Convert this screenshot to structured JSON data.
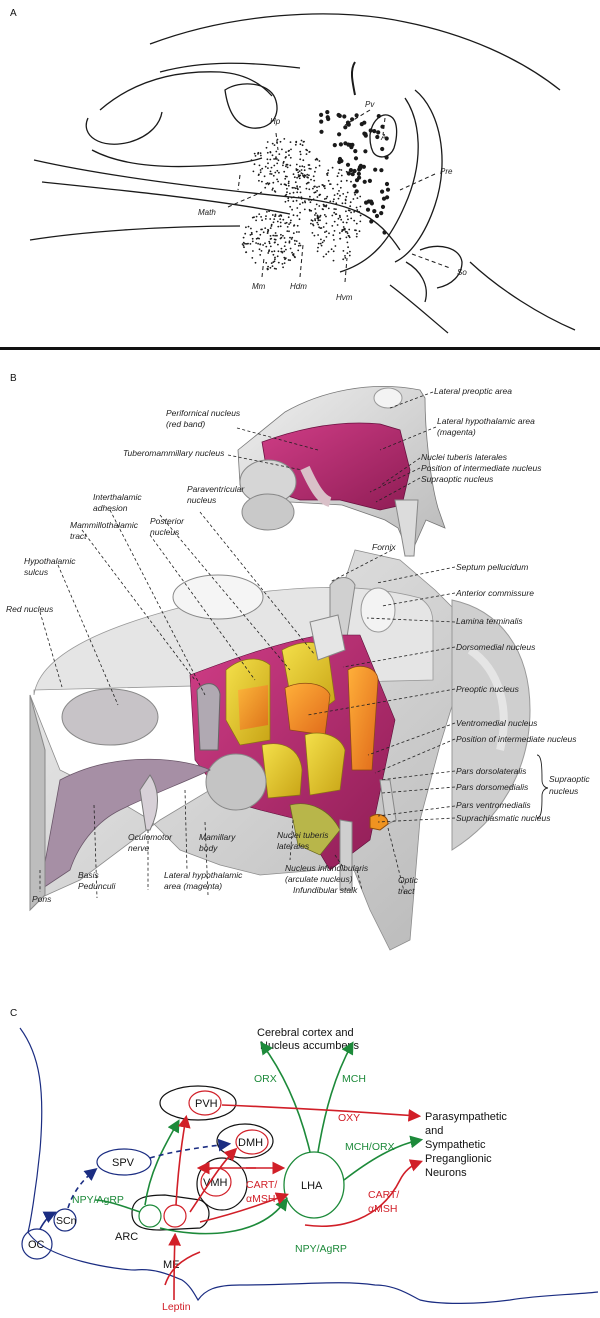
{
  "panelA": {
    "letter": "A",
    "labels": {
      "hp": "Hp",
      "pv": "Pv",
      "a": "A",
      "pre": "Pre",
      "math": "Math",
      "so": "So",
      "mm": "Mm",
      "hdm": "Hdm",
      "hvm": "Hvm"
    }
  },
  "panelB": {
    "letter": "B",
    "labels": {
      "lateral_preoptic": "Lateral preoptic area",
      "perifornical_1": "Perifornical nucleus",
      "perifornical_2": "(red band)",
      "lha_1": "Lateral hypothalamic area",
      "lha_2": "(magenta)",
      "tuberomammillary": "Tuberomammillary nucleus",
      "nuclei_tuberis_top": "Nuclei tuberis laterales",
      "pos_intermediate_top": "Position of intermediate nucleus",
      "supraoptic_top": "Supraoptic nucleus",
      "interthalamic_1": "Interthalamic",
      "interthalamic_2": "adhesion",
      "paraventricular_1": "Paraventricular",
      "paraventricular_2": "nucleus",
      "mammillothalamic_1": "Mammillothalamic",
      "mammillothalamic_2": "tract",
      "posterior_1": "Posterior",
      "posterior_2": "nucleus",
      "fornix": "Fornix",
      "hypothalamic_sulcus_1": "Hypothalamic",
      "hypothalamic_sulcus_2": "sulcus",
      "septum": "Septum pellucidum",
      "anterior_commissure": "Anterior commissure",
      "red_nucleus": "Red nucleus",
      "lamina": "Lamina terminalis",
      "dorsomedial": "Dorsomedial nucleus",
      "preoptic": "Preoptic nucleus",
      "ventromedial": "Ventromedial nucleus",
      "pos_intermediate": "Position of intermediate nucleus",
      "pars_dorsolateralis": "Pars dorsolateralis",
      "pars_dorsomedialis": "Pars dorsomedialis",
      "pars_ventromedialis": "Pars ventromedialis",
      "supraoptic_1": "Supraoptic",
      "supraoptic_2": "nucleus",
      "suprachiasmatic": "Suprachiasmatic nucleus",
      "oculomotor_1": "Oculomotor",
      "oculomotor_2": "nerve",
      "mamillary_1": "Mamillary",
      "mamillary_2": "body",
      "nuclei_tuberis_1": "Nuclei tuberis",
      "nuclei_tuberis_2": "laterales",
      "basis_1": "Basis",
      "basis_2": "Pedunculi",
      "lha_b_1": "Lateral hypothalamic",
      "lha_b_2": "area (magenta)",
      "infundibularis_1": "Nucleus infundibularis",
      "infundibularis_2": "(arculate nucleus)",
      "infundibular_stalk": "Infundibular stalk",
      "optic_1": "Optic",
      "optic_2": "tract",
      "pons": "Pons"
    }
  },
  "panelC": {
    "letter": "C",
    "cortex_1": "Cerebral cortex and",
    "cortex_2": "Nucleus accumbens",
    "orx": "ORX",
    "mch": "MCH",
    "pvh": "PVH",
    "oxy": "OXY",
    "dmh": "DMH",
    "spv": "SPV",
    "vmh": "VMH",
    "lha": "LHA",
    "mch_orx": "MCH/ORX",
    "npy_agrp_top": "NPY/AgRP",
    "cart_1": "CART/",
    "cart_2": "αMSH",
    "cart_right_1": "CART/",
    "cart_right_2": "αMSH",
    "scn": "SCn",
    "arc": "ARC",
    "oc": "OC",
    "npy_agrp_bottom": "NPY/AgRP",
    "me": "ME",
    "leptin": "Leptin",
    "targets_1": "Parasympathetic",
    "targets_2": "and",
    "targets_3": "Sympathetic",
    "targets_4": "Preganglionic",
    "targets_5": "Neurons",
    "colors": {
      "blue": "#1b2d82",
      "green": "#1d8a3a",
      "red": "#d11f28"
    }
  }
}
